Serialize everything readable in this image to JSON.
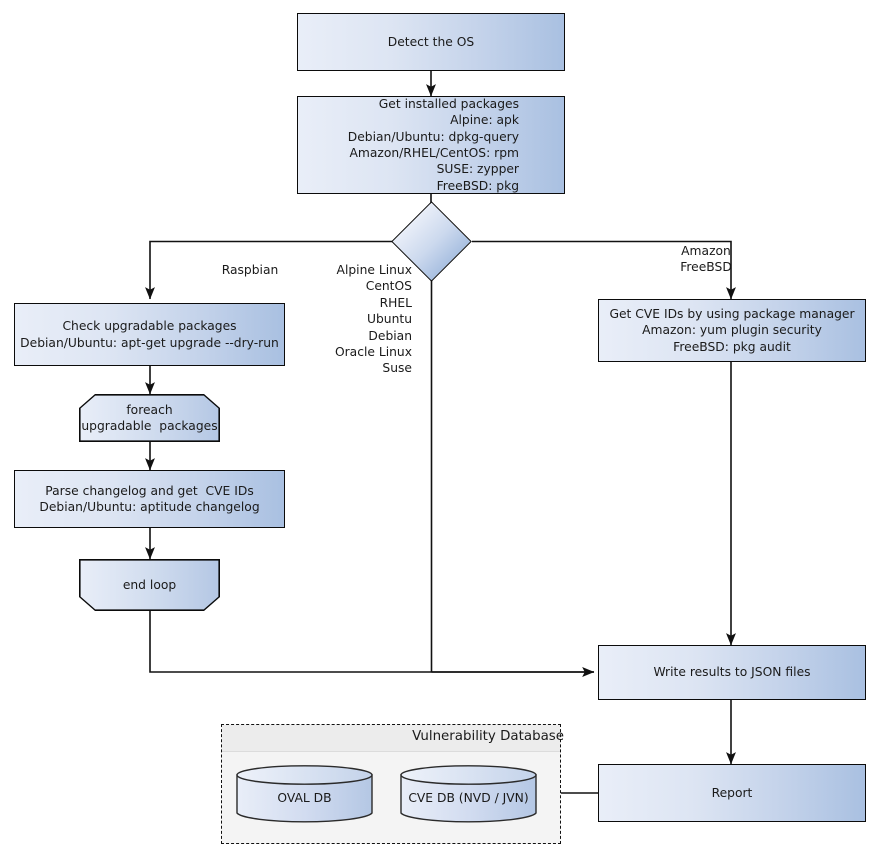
{
  "diagram": {
    "title": "Vulnerability scanner flowchart",
    "colors": {
      "node_fill_light": "#e9eef8",
      "node_fill_dark": "#a9c0e1",
      "node_stroke": "#0b0b0b",
      "group_fill": "#f4f4f4",
      "group_titlebar": "#ececec",
      "connector": "#111111",
      "text": "#1a1a1a"
    },
    "nodes": {
      "detect_os": {
        "label": "Detect the OS"
      },
      "get_installed_packages": {
        "label": "Get installed packages\nAlpine: apk\nDebian/Ubuntu: dpkg-query\nAmazon/RHEL/CentOS: rpm\nSUSE: zypper\nFreeBSD: pkg"
      },
      "os_decision": {
        "label": ""
      },
      "check_upgradable": {
        "label": "Check upgradable packages\nDebian/Ubuntu: apt-get upgrade --dry-run"
      },
      "foreach_loop": {
        "label": "foreach\nupgradable  packages"
      },
      "parse_changelog": {
        "label": "Parse changelog and get  CVE IDs\nDebian/Ubuntu: aptitude changelog"
      },
      "end_loop": {
        "label": "end loop"
      },
      "get_cve_ids": {
        "label": "Get CVE IDs by using package manager\nAmazon: yum plugin security\nFreeBSD: pkg audit"
      },
      "write_results": {
        "label": "Write results to JSON files"
      },
      "report": {
        "label": "Report"
      }
    },
    "branch_labels": {
      "left": "Raspbian",
      "middle": "Alpine Linux\nCentOS\nRHEL\nUbuntu\nDebian\nOracle Linux\nSuse",
      "right": "Amazon\nFreeBSD"
    },
    "vulnerability_database": {
      "title": "Vulnerability Database",
      "databases": [
        {
          "label": "OVAL DB"
        },
        {
          "label": "CVE DB (NVD / JVN)"
        }
      ]
    }
  }
}
